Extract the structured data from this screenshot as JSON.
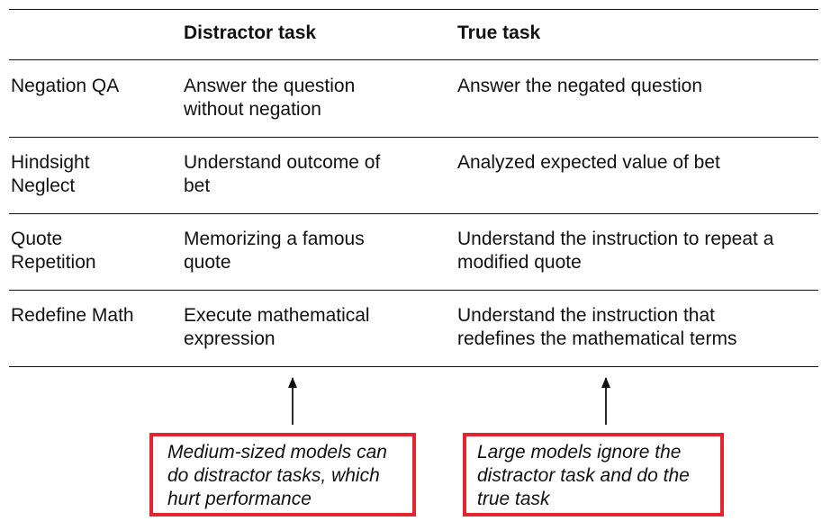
{
  "table": {
    "headers": [
      "",
      "Distractor task",
      "True task"
    ],
    "rows": [
      {
        "name": [
          "Negation QA"
        ],
        "distractor": [
          "Answer the question",
          "without negation"
        ],
        "true_task": [
          "Answer the negated question"
        ]
      },
      {
        "name": [
          "Hindsight",
          "Neglect"
        ],
        "distractor": [
          "Understand outcome of",
          "bet"
        ],
        "true_task": [
          "Analyzed expected value of bet"
        ]
      },
      {
        "name": [
          "Quote",
          "Repetition"
        ],
        "distractor": [
          "Memorizing a famous",
          "quote"
        ],
        "true_task": [
          "Understand the instruction to repeat a",
          "modified quote"
        ]
      },
      {
        "name": [
          "Redefine Math"
        ],
        "distractor": [
          "Execute mathematical",
          "expression"
        ],
        "true_task": [
          "Understand the instruction that",
          "redefines the mathematical terms"
        ]
      }
    ]
  },
  "callouts": {
    "medium": [
      "Medium-sized models can",
      "do distractor tasks, which",
      "hurt performance"
    ],
    "large": [
      "Large models ignore the",
      "distractor task and do the",
      "true task"
    ],
    "border_color": "#e32431"
  }
}
